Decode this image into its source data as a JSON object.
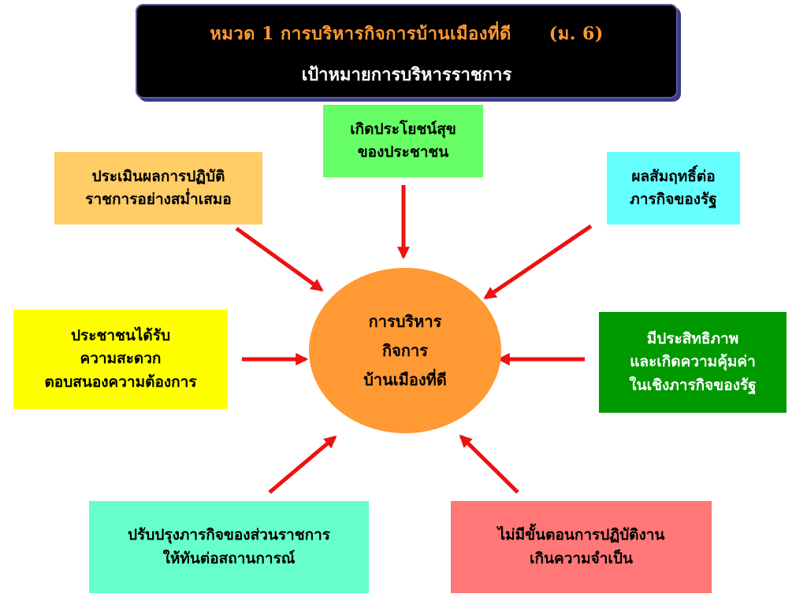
{
  "title": {
    "line1_main": "หมวด 1  การบริหารกิจการบ้านเมืองที่ดี",
    "line1_grade": "(ม. 6)",
    "line2": "เป้าหมายการบริหารราชการ"
  },
  "center": {
    "lines": [
      "การบริหาร",
      "กิจการ",
      "บ้านเมืองที่ดี"
    ],
    "color": "#ff9933"
  },
  "boxes": {
    "top": {
      "lines": [
        "เกิดประโยชน์สุข",
        "ของประชาชน"
      ],
      "color": "#66ff66"
    },
    "top_left": {
      "lines": [
        "ประเมินผลการปฏิบัติ",
        "ราชการอย่างสม่ำเสมอ"
      ],
      "color": "#ffcc66"
    },
    "top_right": {
      "lines": [
        "ผลสัมฤทธิ์ต่อ",
        "ภารกิจของรัฐ"
      ],
      "color": "#66ffff"
    },
    "left": {
      "lines": [
        "ประชาชนได้รับ",
        "ความสะดวก",
        "ตอบสนองความต้องการ"
      ],
      "color": "#ffff00"
    },
    "right": {
      "lines": [
        "มีประสิทธิภาพ",
        "และเกิดความคุ้มค่า",
        "ในเชิงภารกิจของรัฐ"
      ],
      "color": "#009900"
    },
    "bottom_left": {
      "lines": [
        "ปรับปรุงภารกิจของส่วนราชการ",
        "ให้ทันต่อสถานการณ์"
      ],
      "color": "#66ffcc"
    },
    "bottom_right": {
      "lines": [
        "ไม่มีขั้นตอนการปฏิบัติงาน",
        "เกินความจำเป็น"
      ],
      "color": "#ff7777"
    }
  },
  "arrow_color": "#ee1111"
}
